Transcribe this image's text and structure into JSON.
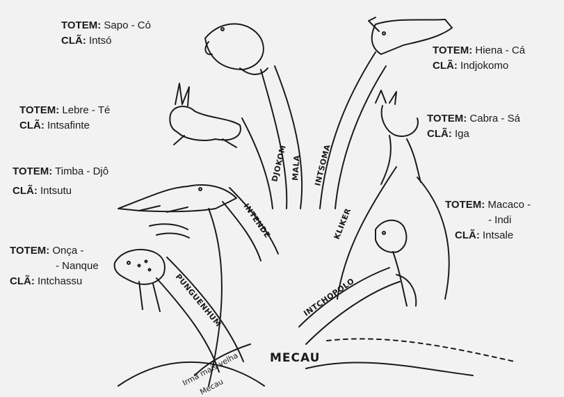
{
  "totem_prefix": "TOTEM:",
  "cla_prefix": "CLÃ:",
  "root_label": "MECAU",
  "sister_line1": "Irmã mais velha",
  "sister_line2": "Mecau",
  "clans": [
    {
      "totem": "Sapo - Có",
      "cla": "Intsó",
      "branch": "MALA"
    },
    {
      "totem": "Lebre - Té",
      "cla": "Intsafinte",
      "branch": "DJOKOM"
    },
    {
      "totem": "Timba - Djô",
      "cla": "Intsutu",
      "branch": "INTENDE"
    },
    {
      "totem": "Onça -",
      "totem2": "- Nanque",
      "cla": "Intchassu",
      "branch": "PUNGUENHUM"
    },
    {
      "totem": "Hiena - Cá",
      "cla": "Indjokomo",
      "branch": "INTSOMA"
    },
    {
      "totem": "Cabra - Sá",
      "cla": "Iga",
      "branch": "KLIKER"
    },
    {
      "totem": "Macaco -",
      "totem2": "- Indi",
      "cla": "Intsale",
      "branch": "INTCHOPOLO"
    }
  ],
  "colors": {
    "ink": "#1a1a1a",
    "paper": "#f2f2f2"
  }
}
